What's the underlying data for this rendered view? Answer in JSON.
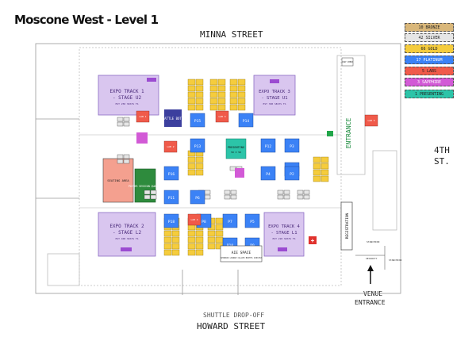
{
  "title": "Moscone West - Level 1",
  "streets": {
    "north": "MINNA STREET",
    "south": "HOWARD STREET",
    "east_line1": "4TH",
    "east_line2": "ST.",
    "shuttle": "SHUTTLE DROP-OFF"
  },
  "legend": [
    {
      "label": "10 BRONZE",
      "color": "#d9b77a"
    },
    {
      "label": "42 SILVER",
      "color": "#e6e6e6"
    },
    {
      "label": "66 GOLD",
      "color": "#f5cc3d"
    },
    {
      "label": "17 PLATINUM",
      "color": "#3b82f6"
    },
    {
      "label": "5 LABS",
      "color": "#f05a4a"
    },
    {
      "label": "3 SAPPHIRE",
      "color": "#d25ad6"
    },
    {
      "label": "1 PRESENTING",
      "color": "#2cc4a8"
    }
  ],
  "stages": {
    "track1": {
      "line1": "EXPO TRACK 1",
      "line2": "- STAGE U2",
      "sub": "EST 250 SEATS TS"
    },
    "track2": {
      "line1": "EXPO TRACK 2",
      "line2": "- STAGE L2",
      "sub": "EST 400 SEATS TS"
    },
    "track3": {
      "line1": "EXPO TRACK 3",
      "line2": "- STAGE U1",
      "sub": "EST 300 SEATS TS"
    },
    "track4": {
      "line1": "EXPO TRACK 4",
      "line2": "- STAGE L1",
      "sub": "EST 220 SEATS TS"
    }
  },
  "areas": {
    "battle_bots": "BATTLE BOTS",
    "presenting": "PRESENTING",
    "presenting_sub": "50 X 50",
    "seating": "SEATING AREA",
    "poster": "POSTER SESSION QUARTER",
    "registration": "REGISTRATION",
    "entrance": "ENTRANCE",
    "venue_line1": "VENUE",
    "venue_line2": "ENTRANCE",
    "ai_space": "AIE SPACE",
    "ai_space_sub": "SPONSOR LOUNGE CALLER BOOTHS 100X150"
  },
  "platinum": [
    "P15",
    "P14",
    "P13",
    "P12",
    "P3",
    "P1",
    "P16",
    "P4",
    "P2",
    "P11",
    "P6",
    "P7",
    "P8",
    "P5",
    "P10",
    "P9",
    "P18"
  ],
  "labs": [
    "LAB 1",
    "LAB 2",
    "LAB 3",
    "LAB 4",
    "LAB 5"
  ],
  "small": {
    "stand1": "STANCHION",
    "stand2": "STANCHION",
    "security": "SECURITY",
    "coat_check": "COAT CHECK"
  }
}
